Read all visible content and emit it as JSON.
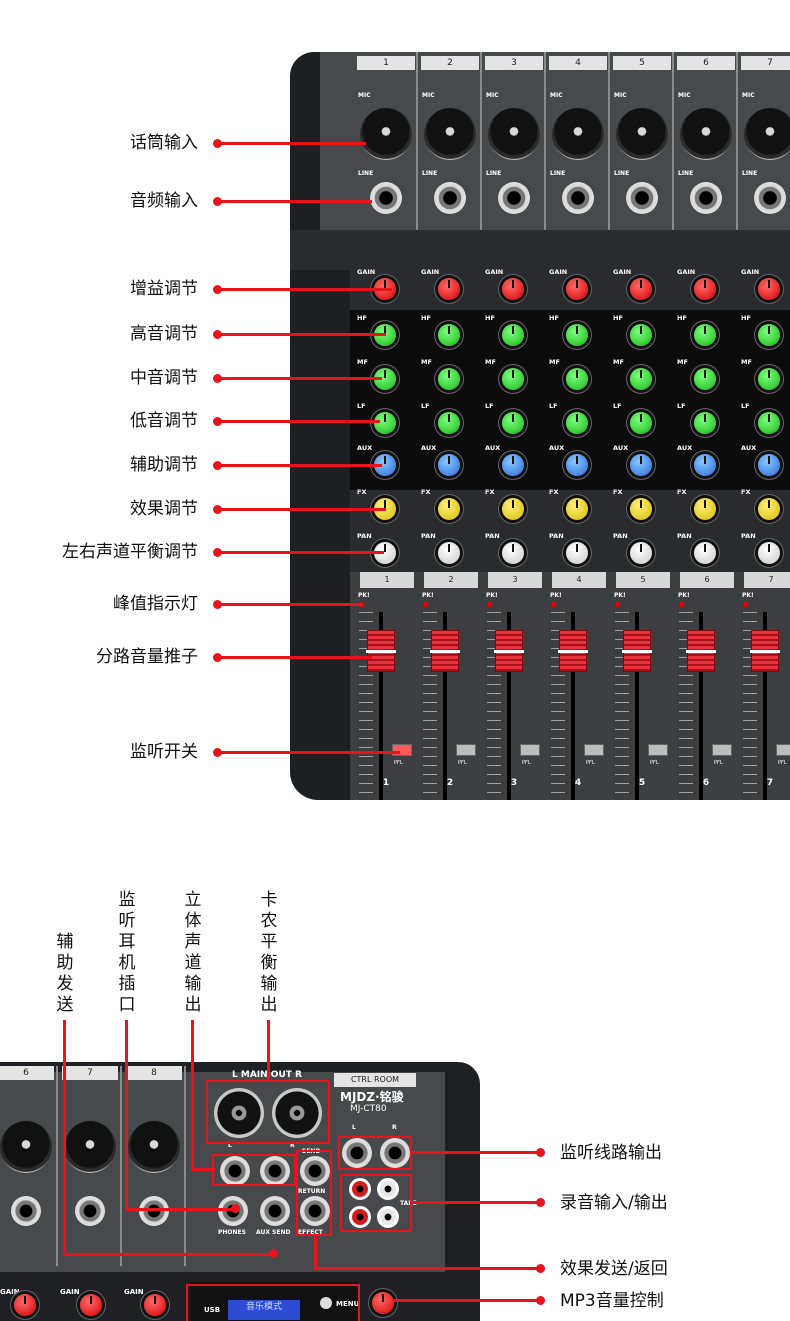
{
  "top_mixer": {
    "channels": [
      "1",
      "2",
      "3",
      "4",
      "5",
      "6",
      "7"
    ],
    "mic_label": "MIC",
    "line_label": "LINE",
    "knob_labels": {
      "gain": "GAIN",
      "hf": "HF",
      "mf": "MF",
      "lf": "LF",
      "aux": "AUX",
      "fx": "FX",
      "pan": "PAN"
    },
    "pk_label": "PK!",
    "pfl_label": "PFL"
  },
  "left_annotations": [
    {
      "label": "话筒输入"
    },
    {
      "label": "音频输入"
    },
    {
      "label": "增益调节"
    },
    {
      "label": "高音调节"
    },
    {
      "label": "中音调节"
    },
    {
      "label": "低音调节"
    },
    {
      "label": "辅助调节"
    },
    {
      "label": "效果调节"
    },
    {
      "label": "左右声道平衡调节"
    },
    {
      "label": "峰值指示灯"
    },
    {
      "label": "分路音量推子"
    },
    {
      "label": "监听开关"
    }
  ],
  "vertical_annotations": [
    {
      "label": "辅助发送"
    },
    {
      "label": "监听耳机插口"
    },
    {
      "label": "立体声道输出"
    },
    {
      "label": "卡农平衡输出"
    }
  ],
  "right_annotations": [
    {
      "label": "监听线路输出"
    },
    {
      "label": "录音输入/输出"
    },
    {
      "label": "效果发送/返回"
    },
    {
      "label": "MP3音量控制"
    }
  ],
  "back_panel": {
    "channels": [
      "6",
      "7",
      "8"
    ],
    "main_out": "L  MAIN OUT  R",
    "ctrl_room": "CTRL ROOM",
    "brand": "MJDZ·铭骏",
    "model": "MJ-CT80",
    "l": "L",
    "r": "R",
    "send": "SEND",
    "return": "RETURN",
    "effect": "EFFECT",
    "phones": "PHONES",
    "aux_send": "AUX SEND",
    "tape": "TAPE",
    "gain": "GAIN",
    "usb": "USB",
    "lcd_text": "音乐模式",
    "menu": "MENU"
  },
  "colors": {
    "annotation_red": "#e8131b",
    "panel_dark": "#1e1f22",
    "panel_grey": "#48494c"
  }
}
